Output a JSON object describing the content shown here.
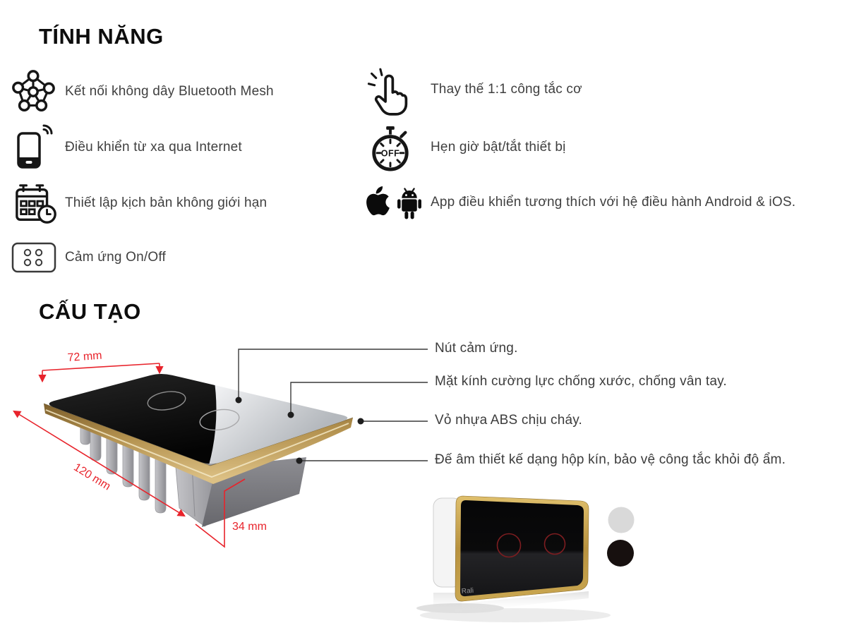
{
  "features": {
    "title": "TÍNH NĂNG",
    "left": [
      {
        "icon": "mesh-network-icon",
        "label": "Kết nối không dây Bluetooth Mesh"
      },
      {
        "icon": "smartphone-remote-icon",
        "label": "Điều khiển từ xa qua Internet"
      },
      {
        "icon": "schedule-calendar-icon",
        "label": "Thiết lập kịch bản không giới hạn"
      },
      {
        "icon": "touch-panel-icon",
        "label": "Cảm ứng On/Off"
      }
    ],
    "right": [
      {
        "icon": "tap-hand-icon",
        "label": "Thay thế 1:1 công tắc cơ"
      },
      {
        "icon": "timer-off-icon",
        "label": "Hẹn giờ bật/tắt thiết bị",
        "timer_text": "OFF"
      },
      {
        "icon": "apple-android-icons",
        "label": "App điều khiển tương thích với hệ điều hành Android & iOS."
      }
    ]
  },
  "structure": {
    "title": "CẤU TẠO",
    "dimensions": {
      "width": "72 mm",
      "length": "120 mm",
      "depth": "34 mm"
    },
    "callouts": [
      {
        "label": "Nút cảm ứng."
      },
      {
        "label": "Mặt kính cường lực chống xước, chống vân tay."
      },
      {
        "label": "Vỏ nhựa ABS chịu cháy."
      },
      {
        "label": "Đế âm thiết kế dạng hộp kín, bảo vệ công tắc khỏi độ ẩm."
      }
    ],
    "product": {
      "logo": "Rali",
      "color_options": {
        "white": "#d9d9d9",
        "black": "#17100f"
      }
    }
  },
  "colors": {
    "dimension_red": "#e8232b",
    "gold": "#b3914e",
    "text": "#3f3f3f"
  }
}
